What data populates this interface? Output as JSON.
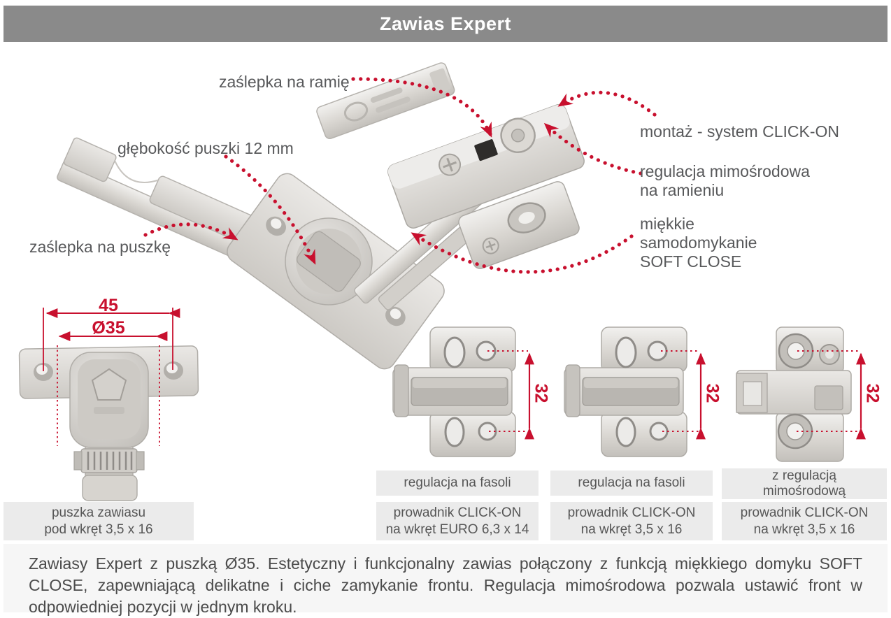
{
  "header": {
    "title": "Zawias Expert"
  },
  "colors": {
    "header_bg": "#8a8a8a",
    "accent_red": "#c8102e",
    "label_text": "#58595b",
    "caption_bg": "#ebebeb",
    "footer_bg": "#f6f6f6"
  },
  "annotations": {
    "arm_cap_label": "zaślepka na ramię",
    "cup_depth_label": "głębokość puszki 12 mm",
    "cup_cap_label": "zaślepka na puszkę",
    "mount_label": "montaż - system CLICK-ON",
    "eccentric_label_line1": "regulacja mimośrodowa",
    "eccentric_label_line2": "na ramieniu",
    "softclose_label_line1": "miękkie",
    "softclose_label_line2": "samodomykanie",
    "softclose_label_line3": "SOFT CLOSE"
  },
  "cup_diagram": {
    "outer_dim": "45",
    "cup_dim": "Ø35",
    "caption_line1": "puszka zawiasu",
    "caption_line2": "pod wkręt 3,5 x 16"
  },
  "plates": [
    {
      "dim": "32",
      "regulation_lines": [
        "regulacja na fasoli"
      ],
      "guide_line1": "prowadnik CLICK-ON",
      "guide_line2": "na wkręt EURO 6,3 x 14"
    },
    {
      "dim": "32",
      "regulation_lines": [
        "regulacja na fasoli"
      ],
      "guide_line1": "prowadnik CLICK-ON",
      "guide_line2": "na wkręt 3,5 x 16"
    },
    {
      "dim": "32",
      "regulation_lines": [
        "z regulacją",
        "mimośrodową"
      ],
      "guide_line1": "prowadnik CLICK-ON",
      "guide_line2": "na wkręt 3,5 x 16"
    }
  ],
  "footer": {
    "description": "Zawiasy Expert z puszką Ø35. Estetyczny i funkcjonalny zawias połączony z funkcją miękkiego domyku SOFT CLOSE, zapewniającą delikatne i ciche zamykanie frontu. Regulacja mimośrodowa pozwala ustawić front w odpowiedniej pozycji w jednym kroku."
  }
}
